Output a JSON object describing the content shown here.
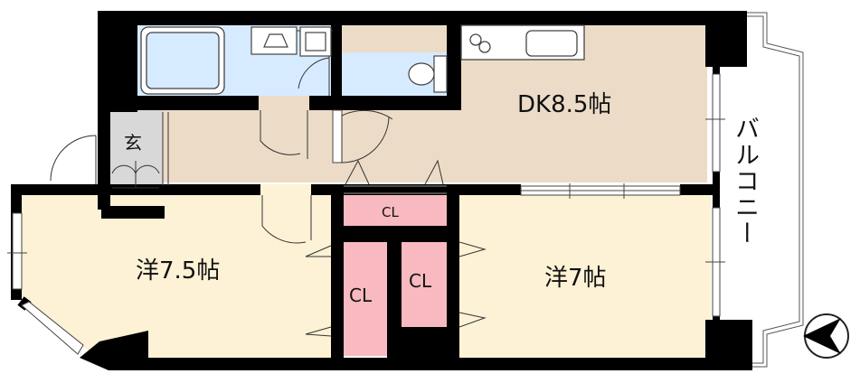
{
  "rooms": {
    "dk": "DK8.5帖",
    "western_left": "洋7.5帖",
    "western_right": "洋7帖",
    "entrance": "玄",
    "balcony": "バルコニー"
  },
  "closets": {
    "top": "CL",
    "middle_left": "CL",
    "middle_right": "CL"
  },
  "colors": {
    "wall": "#000000",
    "western_floor": "#fdf2d5",
    "dk_floor": "#ecdcc7",
    "wet_area": "#d6ebff",
    "closet": "#f8b9c0",
    "entrance_floor": "#d8d8d8"
  },
  "icons": [
    "north-arrow-icon",
    "stove-icon",
    "sink-icon",
    "toilet-icon",
    "bathtub-icon",
    "washing-machine-icon"
  ]
}
